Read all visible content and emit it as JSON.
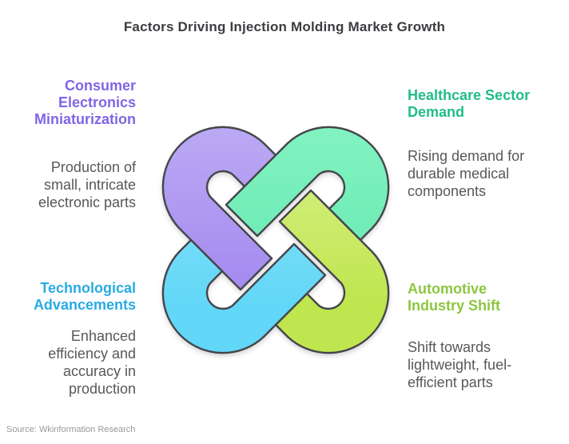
{
  "title": "Factors Driving Injection Molding Market Growth",
  "source": "Source: Wkinformation Research",
  "factors": [
    {
      "id": "consumer-electronics-miniaturization",
      "heading": "Consumer\nElectronics\nMiniaturization",
      "body": "Production of\nsmall, intricate\nelectronic parts",
      "accent_color": "#8065e5",
      "position": "top-left"
    },
    {
      "id": "healthcare-sector-demand",
      "heading": "Healthcare Sector\nDemand",
      "body": "Rising demand for\ndurable medical\ncomponents",
      "accent_color": "#21bd87",
      "position": "top-right"
    },
    {
      "id": "technological-advancements",
      "heading": "Technological\nAdvancements",
      "body": "Enhanced\nefficiency and\naccuracy in\nproduction",
      "accent_color": "#29abe2",
      "position": "bottom-left"
    },
    {
      "id": "automotive-industry-shift",
      "heading": "Automotive\nIndustry Shift",
      "body": "Shift towards\nlightweight, fuel-\nefficient parts",
      "accent_color": "#8dc63f",
      "position": "bottom-right"
    }
  ],
  "knot": {
    "outline": "#45464c",
    "gradients": {
      "purple": {
        "from": "#bcabf4",
        "to": "#a287ef"
      },
      "green": {
        "from": "#82f3c2",
        "to": "#66e8ae"
      },
      "blue": {
        "from": "#8fe4f9",
        "to": "#63d7f7"
      },
      "lime": {
        "from": "#daf190",
        "to": "#bfe64e"
      }
    }
  }
}
